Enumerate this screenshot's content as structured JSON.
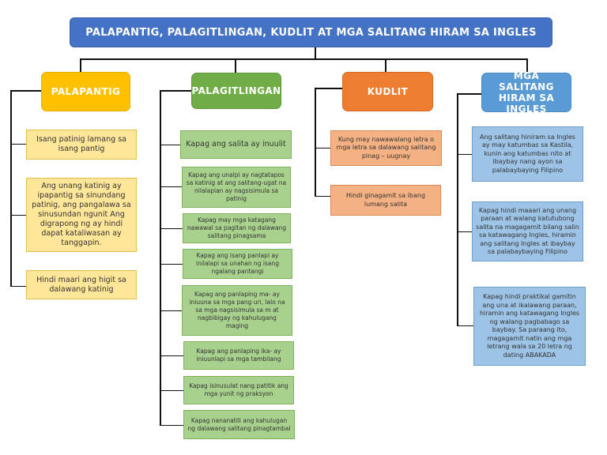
{
  "title": "PALAPANTIG, PALAGITLINGAN, KUDLIT AT MGA SALITANG HIRAM SA INGLES",
  "columns": [
    {
      "heading": "PALAPANTIG",
      "color": "#ffc000",
      "items": [
        "Isang patinig lamang sa isang pantig",
        "Ang unang katinig ay ipapantig sa sinundang patinig, ang pangalawa sa sinusundan ngunit Ang digrapong ng ay hindi dapat kataliwasan ay tanggapin.",
        "Hindi maari ang higit sa dalawang katinig"
      ]
    },
    {
      "heading": "PALAGITLINGAN",
      "color": "#70ad47",
      "items": [
        "Kapag ang salita ay inuulit",
        "Kapag ang unalpi ay nagtatapos sa katinig at ang salitang-ugat na nilalapian ay nagsisimula sa patinig",
        "Kapag may mga katagang nawawal sa pagitan ng dalawang salitang pinagsama",
        "Kapag ang isang panlapi ay inilalapi sa unahan ng isang ngalang pantangi",
        "Kapag ang panlaping ma- ay iniuuna sa mga pang uri, lalo na sa mga nagsisimula sa m at nagbibigay ng kahulugang maging",
        "Kapag ang panlaping ika- ay iniuunlapi sa mga tambilang",
        "Kapag isinusulat nang patitik ang mga yunit ng praksyon",
        "Kapag nananatili ang kahulugan ng dalawang salitang pinagtambal"
      ]
    },
    {
      "heading": "KUDLIT",
      "color": "#ed7d31",
      "items": [
        "Kung may nawawalang letra o mga letra sa dalawang salitang pinag – uugnay",
        "Hindi ginagamit sa ibang lumang salita"
      ]
    },
    {
      "heading": "MGA SALITANG HIRAM SA INGLES",
      "color": "#5b9bd5",
      "items": [
        "Ang salitang hiniram sa Ingles ay may katumbas sa Kastila, kunin ang katumbas nito at ibaybay nang ayon sa palabaybaying Filipino",
        "Kapag hindi maaari ang unang paraan at walang katutubong salita na magagamit bilang salin sa katawagang Ingles, hiramin ang salitang Ingles at ibaybay sa palabaybaying Filipino",
        "Kapag hindi praktikal gamitin ang una at ikalawang paraan, hiramin ang katawagang Ingles ng walang pagbabago sa baybay. Sa paraang ito, magagamit natin ang mga letrang wala sa 20 letra ng dating ABAKADA"
      ]
    }
  ]
}
